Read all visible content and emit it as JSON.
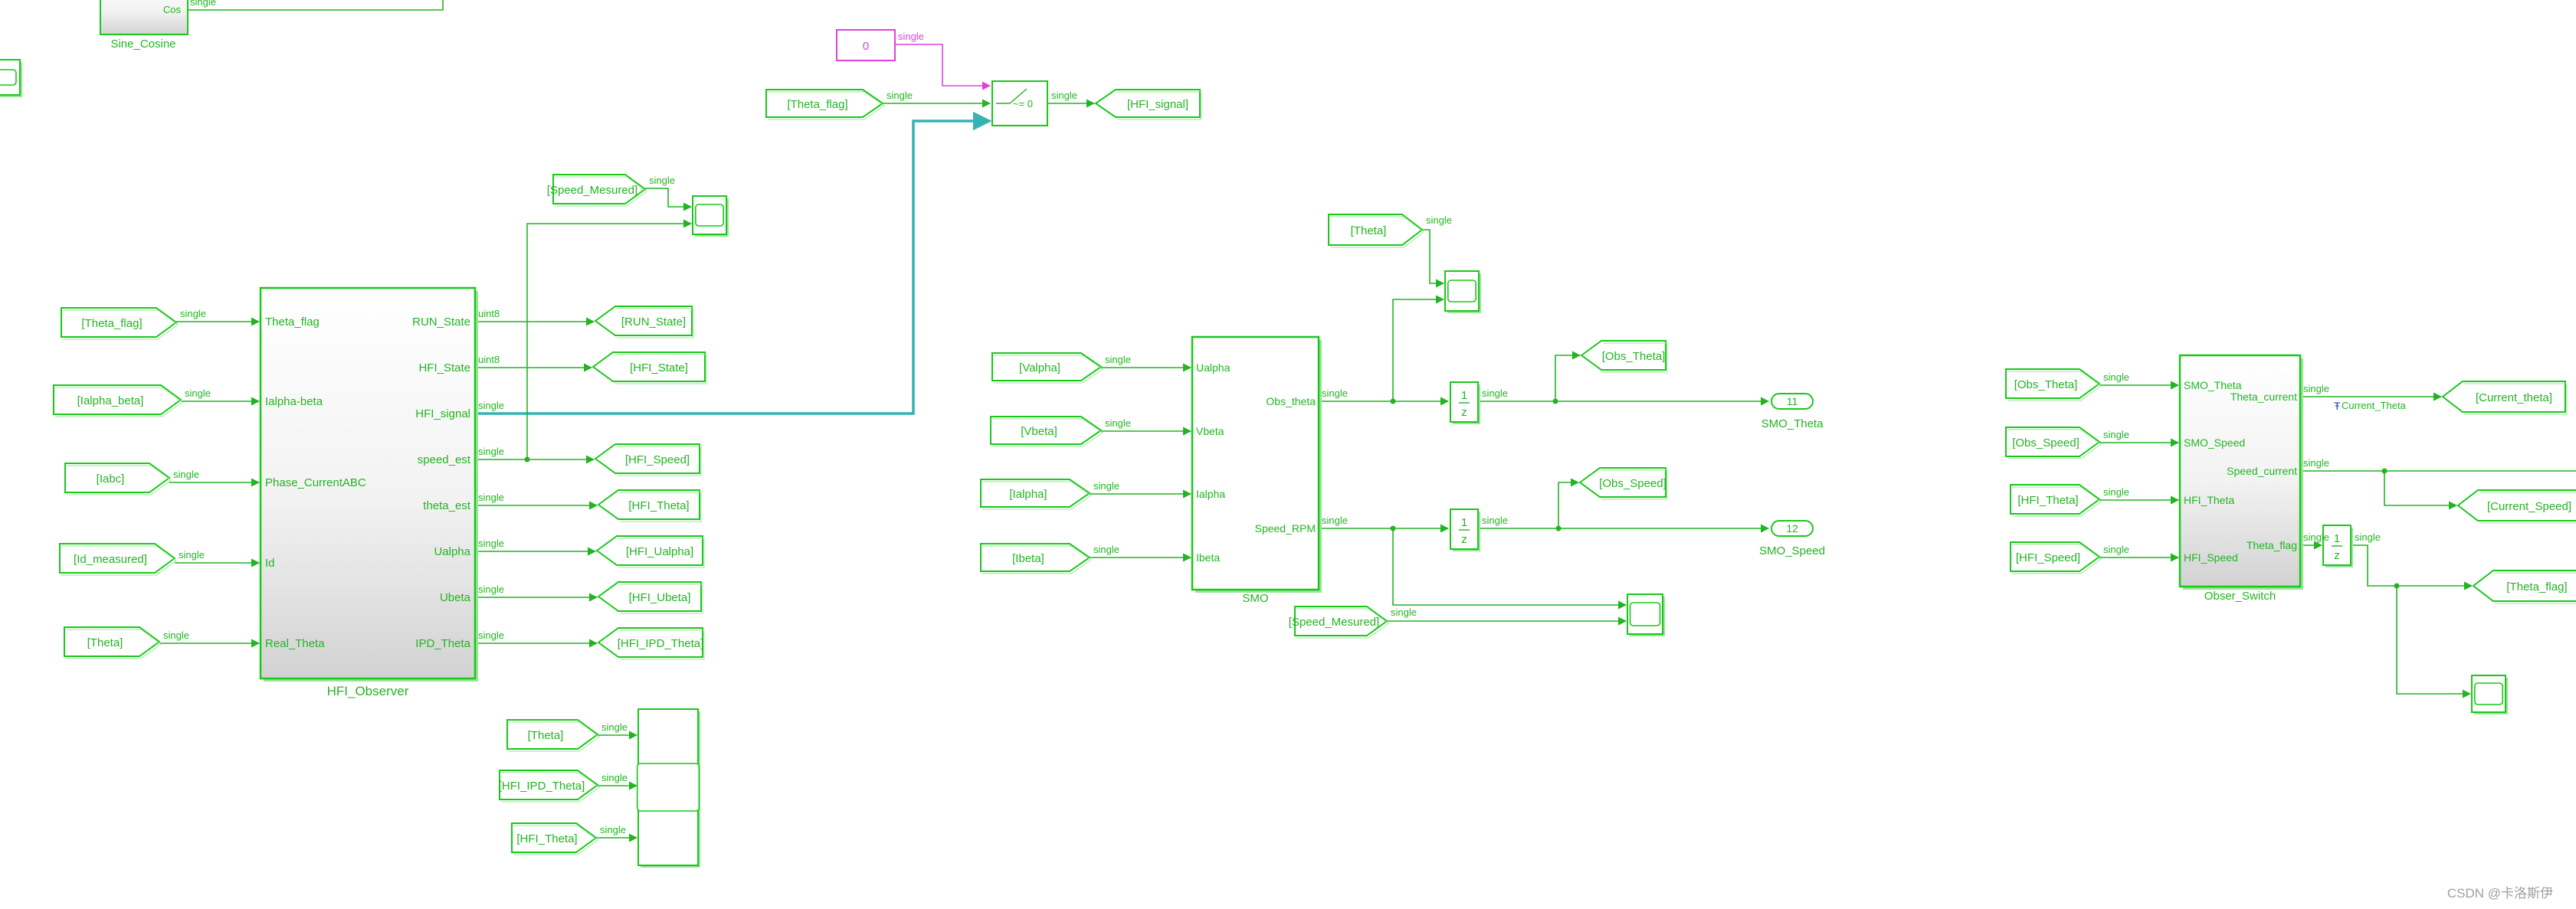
{
  "colors": {
    "signal": "#22b422",
    "block_border": "#19c819",
    "accent_line": "#35b3b3",
    "constant": "#e040e0",
    "goto_tag_blue": "#1a3cc0",
    "watermark": "#a0a0a0"
  },
  "dtype": {
    "single": "single",
    "uint8": "uint8"
  },
  "sine_cosine": {
    "port_cos": "Cos",
    "label": "Sine_Cosine"
  },
  "constant_block": {
    "value": "0"
  },
  "switch_block": {
    "threshold_text": "~= 0"
  },
  "from_tags": {
    "theta_flag_top": "[Theta_flag]",
    "theta_flag_in": "[Theta_flag]",
    "ialpha_beta": "[Ialpha_beta]",
    "iabc": "[Iabc]",
    "id_measured": "[Id_measured]",
    "theta_in": "[Theta]",
    "speed_mesured_top": "[Speed_Mesured]",
    "theta_scope3": "[Theta]",
    "hfi_ipd_theta_scope3": "[HFI_IPD_Theta]",
    "hfi_theta_scope3": "[HFI_Theta]",
    "valpha": "[Valpha]",
    "vbeta": "[Vbeta]",
    "ialpha": "[Ialpha]",
    "ibeta": "[Ibeta]",
    "theta_smo": "[Theta]",
    "speed_mesured_smo": "[Speed_Mesured]",
    "obs_theta_in": "[Obs_Theta]",
    "obs_speed_in": "[Obs_Speed]",
    "hfi_theta_in": "[HFI_Theta]",
    "hfi_speed_in": "[HFI_Speed]"
  },
  "goto_tags": {
    "hfi_signal": "[HFI_signal]",
    "run_state": "[RUN_State]",
    "hfi_state": "[HFI_State]",
    "hfi_speed": "[HFI_Speed]",
    "hfi_theta": "[HFI_Theta]",
    "hfi_ualpha": "[HFI_Ualpha]",
    "hfi_ubeta": "[HFI_Ubeta]",
    "hfi_ipd_theta": "[HFI_IPD_Theta]",
    "obs_theta": "[Obs_Theta]",
    "obs_speed": "[Obs_Speed]",
    "current_theta": "[Current_theta]",
    "current_speed": "[Current_Speed]",
    "theta_flag_out": "[Theta_flag]"
  },
  "hfi_observer": {
    "name": "HFI_Observer",
    "inputs": [
      "Theta_flag",
      "Ialpha-beta",
      "Phase_CurrentABC",
      "Id",
      "Real_Theta"
    ],
    "outputs": [
      "RUN_State",
      "HFI_State",
      "HFI_signal",
      "speed_est",
      "theta_est",
      "Ualpha",
      "Ubeta",
      "IPD_Theta"
    ]
  },
  "smo": {
    "name": "SMO",
    "inputs": [
      "Ualpha",
      "Vbeta",
      "Ialpha",
      "Ibeta"
    ],
    "outputs": [
      "Obs_theta",
      "Speed_RPM"
    ]
  },
  "obser_switch": {
    "name": "Obser_Switch",
    "inputs": [
      "SMO_Theta",
      "SMO_Speed",
      "HFI_Theta",
      "HFI_Speed"
    ],
    "outputs": [
      "Theta_current",
      "Speed_current",
      "Theta_flag"
    ]
  },
  "delay": {
    "numerator": "1",
    "denominator": "z"
  },
  "outports": {
    "smo_theta": {
      "number": "11",
      "label": "SMO_Theta"
    },
    "smo_speed": {
      "number": "12",
      "label": "SMO_Speed"
    }
  },
  "signal_name_current_theta": "Current_Theta",
  "watermark": "CSDN @卡洛斯伊"
}
